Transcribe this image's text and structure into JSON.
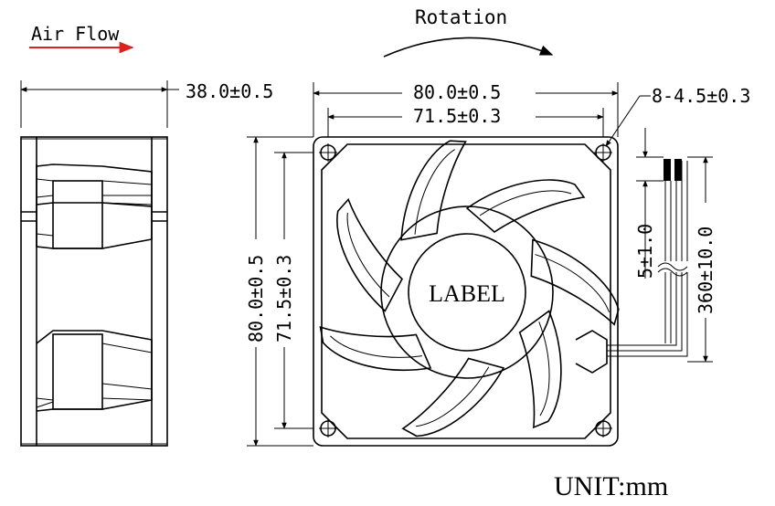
{
  "labels": {
    "air_flow": "Air Flow",
    "rotation": "Rotation",
    "thickness": "38.0±0.5",
    "outer_width": "80.0±0.5",
    "hole_pitch_width": "71.5±0.3",
    "mount_holes": "8-4.5±0.3",
    "outer_height": "80.0±0.5",
    "hole_pitch_height": "71.5±0.3",
    "strip_length": "5±1.0",
    "lead_length": "360±10.0",
    "hub_label": "LABEL",
    "unit": "UNIT:mm"
  },
  "colors": {
    "line": "#000000",
    "air_flow_arrow": "#e0201a",
    "background": "#ffffff"
  }
}
